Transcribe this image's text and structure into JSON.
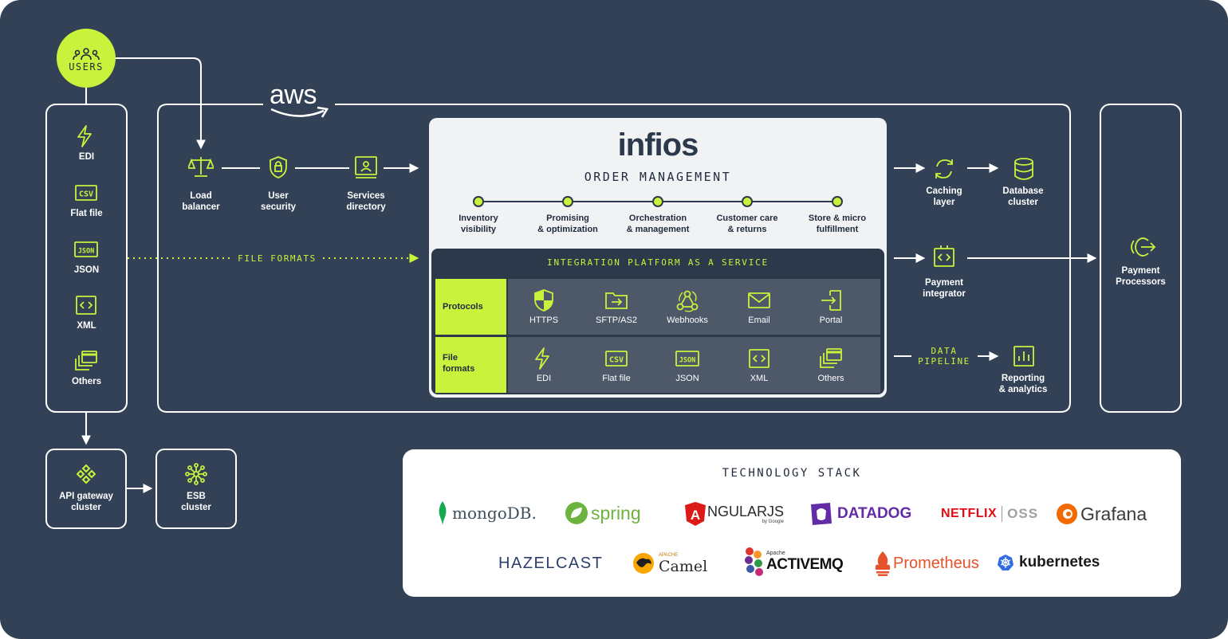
{
  "users": {
    "label": "USERS"
  },
  "aws": {
    "label": "aws"
  },
  "left_inputs": [
    {
      "label": "EDI",
      "icon": "lightning-icon"
    },
    {
      "label": "Flat file",
      "icon": "csv-icon"
    },
    {
      "label": "JSON",
      "icon": "json-icon"
    },
    {
      "label": "XML",
      "icon": "code-icon"
    },
    {
      "label": "Others",
      "icon": "stacked-windows-icon"
    }
  ],
  "file_formats_connector": {
    "label": "FILE FORMATS"
  },
  "api_gateway": {
    "label": "API gateway\ncluster"
  },
  "esb": {
    "label": "ESB\ncluster"
  },
  "edge_services": [
    {
      "label": "Load\nbalancer",
      "icon": "scale-icon"
    },
    {
      "label": "User\nsecurity",
      "icon": "shield-lock-icon"
    },
    {
      "label": "Services\ndirectory",
      "icon": "directory-icon"
    }
  ],
  "infios": {
    "logo": "infios",
    "subtitle": "ORDER MANAGEMENT",
    "steps": [
      "Inventory\nvisibility",
      "Promising\n& optimization",
      "Orchestration\n& management",
      "Customer care\n& returns",
      "Store & micro\nfulfillment"
    ]
  },
  "ipaas": {
    "title": "INTEGRATION PLATFORM AS A SERVICE",
    "protocols": {
      "header": "Protocols",
      "items": [
        {
          "label": "HTTPS",
          "icon": "shield-icon"
        },
        {
          "label": "SFTP/AS2",
          "icon": "folder-arrow-icon"
        },
        {
          "label": "Webhooks",
          "icon": "webhook-icon"
        },
        {
          "label": "Email",
          "icon": "email-icon"
        },
        {
          "label": "Portal",
          "icon": "portal-icon"
        }
      ]
    },
    "file_formats": {
      "header": "File\nformats",
      "items": [
        {
          "label": "EDI",
          "icon": "lightning-icon"
        },
        {
          "label": "Flat file",
          "icon": "csv-icon"
        },
        {
          "label": "JSON",
          "icon": "json-icon"
        },
        {
          "label": "XML",
          "icon": "code-icon"
        },
        {
          "label": "Others",
          "icon": "stacked-windows-icon"
        }
      ]
    }
  },
  "right_services": {
    "caching": {
      "label": "Caching\nlayer",
      "icon": "refresh-icon"
    },
    "database": {
      "label": "Database\ncluster",
      "icon": "database-icon"
    },
    "payment_integrator": {
      "label": "Payment\nintegrator",
      "icon": "code-tag-icon"
    },
    "data_pipeline": {
      "label": "DATA\nPIPELINE"
    },
    "reporting": {
      "label": "Reporting\n& analytics",
      "icon": "bar-chart-icon"
    }
  },
  "payment_processors": {
    "label": "Payment\nProcessors",
    "icon": "exit-icon"
  },
  "tech_stack": {
    "title": "TECHNOLOGY STACK",
    "row1": [
      {
        "name": "mongoDB."
      },
      {
        "name": "spring"
      },
      {
        "name": "NGULARJS",
        "prefix": "A",
        "tag": "by Google"
      },
      {
        "name": "DATADOG"
      },
      {
        "name": "NETFLIX",
        "name2": "OSS"
      },
      {
        "name": "Grafana"
      }
    ],
    "row2": [
      {
        "name": "HAZELCAST"
      },
      {
        "name": "Camel",
        "tag": "APACHE"
      },
      {
        "name": "ACTIVEMQ",
        "tag": "Apache"
      },
      {
        "name": "Prometheus"
      },
      {
        "name": "kubernetes"
      }
    ]
  },
  "colors": {
    "bg": "#324155",
    "lime": "#c8f23c",
    "panel": "#f1f2f3",
    "dark_panel": "#2c394a",
    "cell": "#4d5868",
    "white": "#ffffff"
  }
}
